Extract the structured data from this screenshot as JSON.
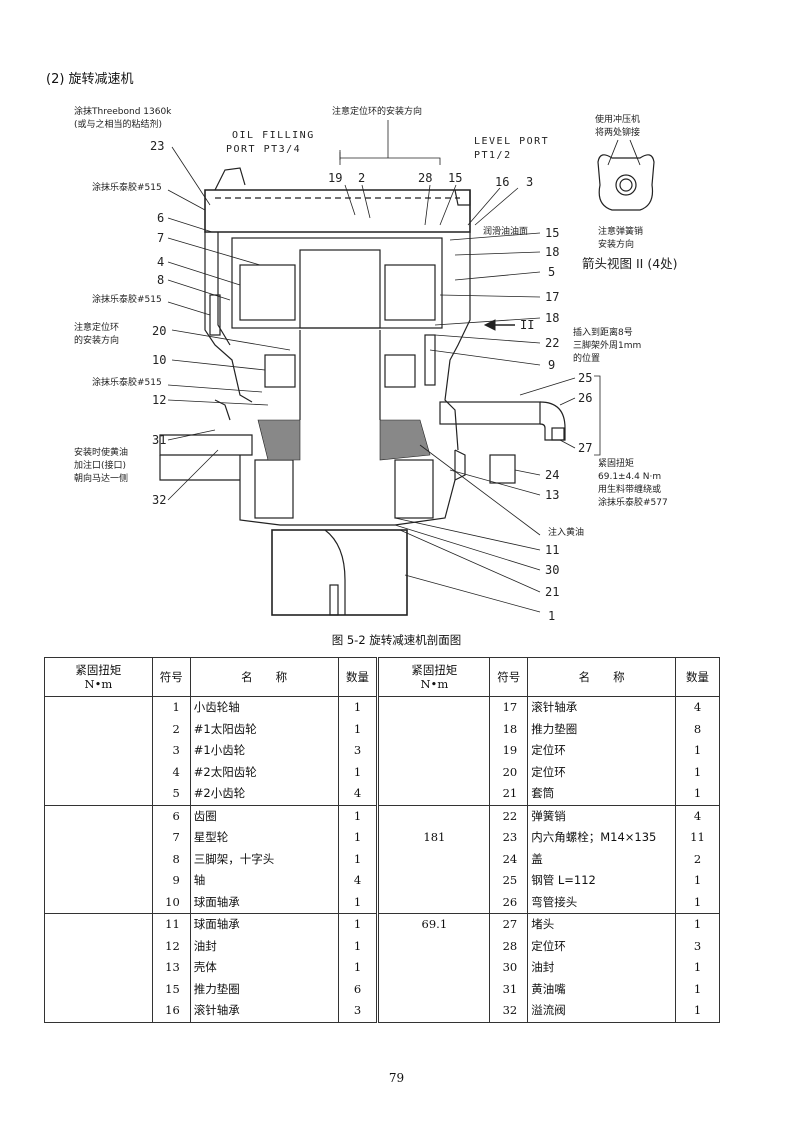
{
  "section_title": "(2) 旋转减速机",
  "figure": {
    "caption": "图 5-2 旋转减速机剖面图",
    "notes": {
      "threebond_1": "涂抹Threebond 1360k",
      "threebond_2": "(或与之相当的粘结剂)",
      "locator_install_top": "注意定位环的安装方向",
      "oil_filling_1": "OIL FILLING",
      "oil_filling_2": "PORT PT3/4",
      "level_port_1": "LEVEL PORT",
      "level_port_2": "PT1/2",
      "punch_1": "使用冲压机",
      "punch_2": "将两处铆接",
      "spring_pin_1": "注意弹簧销",
      "spring_pin_2": "安装方向",
      "arrow_view": "箭头视图 II (4处)",
      "loctite515_a": "涂抹乐泰胶#515",
      "loctite515_b": "涂抹乐泰胶#515",
      "loctite515_c": "涂抹乐泰胶#515",
      "lube_level": "润滑油油面",
      "locator_install_left_1": "注意定位环",
      "locator_install_left_2": "的安装方向",
      "insert_1": "插入到距离8号",
      "insert_2": "三脚架外周1mm",
      "insert_3": "的位置",
      "grease_port_1": "安装时使黄油",
      "grease_port_2": "加注口(接口)",
      "grease_port_3": "朝向马达一侧",
      "torque_1": "紧固扭矩",
      "torque_2": "69.1±4.4 N·m",
      "torque_3": "用生料带缠绕或",
      "torque_4": "涂抹乐泰胶#577",
      "inject_grease": "注入黄油",
      "view_marker": "II"
    },
    "callouts": {
      "c23": "23",
      "c6": "6",
      "c7": "7",
      "c4": "4",
      "c8": "8",
      "c20": "20",
      "c10": "10",
      "c12": "12",
      "c31": "31",
      "c32": "32",
      "c19": "19",
      "c2": "2",
      "c28": "28",
      "c15a": "15",
      "c16": "16",
      "c3": "3",
      "c15b": "15",
      "c18a": "18",
      "c5": "5",
      "c17": "17",
      "c18b": "18",
      "c22": "22",
      "c9": "9",
      "c25": "25",
      "c26": "26",
      "c27": "27",
      "c24": "24",
      "c13": "13",
      "c11": "11",
      "c30": "30",
      "c21": "21",
      "c1": "1"
    }
  },
  "table": {
    "headers": {
      "torque_1": "紧固扭矩",
      "torque_2": "N•m",
      "no": "符号",
      "name": "名　　称",
      "qty": "数量"
    },
    "rows": [
      {
        "lt": "",
        "ln": "1",
        "lname": "小齿轮轴",
        "lq": "1",
        "rt": "",
        "rn": "17",
        "rname": "滚针轴承",
        "rq": "4"
      },
      {
        "lt": "",
        "ln": "2",
        "lname": "#1太阳齿轮",
        "lq": "1",
        "rt": "",
        "rn": "18",
        "rname": "推力垫圈",
        "rq": "8"
      },
      {
        "lt": "",
        "ln": "3",
        "lname": "#1小齿轮",
        "lq": "3",
        "rt": "",
        "rn": "19",
        "rname": "定位环",
        "rq": "1"
      },
      {
        "lt": "",
        "ln": "4",
        "lname": "#2太阳齿轮",
        "lq": "1",
        "rt": "",
        "rn": "20",
        "rname": "定位环",
        "rq": "1"
      },
      {
        "lt": "",
        "ln": "5",
        "lname": "#2小齿轮",
        "lq": "4",
        "rt": "",
        "rn": "21",
        "rname": "套筒",
        "rq": "1"
      },
      {
        "lt": "",
        "ln": "6",
        "lname": "齿圈",
        "lq": "1",
        "rt": "",
        "rn": "22",
        "rname": "弹簧销",
        "rq": "4"
      },
      {
        "lt": "",
        "ln": "7",
        "lname": "星型轮",
        "lq": "1",
        "rt": "181",
        "rn": "23",
        "rname": "内六角螺栓；M14×135",
        "rq": "11"
      },
      {
        "lt": "",
        "ln": "8",
        "lname": "三脚架，十字头",
        "lq": "1",
        "rt": "",
        "rn": "24",
        "rname": "盖",
        "rq": "2"
      },
      {
        "lt": "",
        "ln": "9",
        "lname": "轴",
        "lq": "4",
        "rt": "",
        "rn": "25",
        "rname": "钢管 L=112",
        "rq": "1"
      },
      {
        "lt": "",
        "ln": "10",
        "lname": "球面轴承",
        "lq": "1",
        "rt": "",
        "rn": "26",
        "rname": "弯管接头",
        "rq": "1"
      },
      {
        "lt": "",
        "ln": "11",
        "lname": "球面轴承",
        "lq": "1",
        "rt": "69.1",
        "rn": "27",
        "rname": "堵头",
        "rq": "1"
      },
      {
        "lt": "",
        "ln": "12",
        "lname": "油封",
        "lq": "1",
        "rt": "",
        "rn": "28",
        "rname": "定位环",
        "rq": "3"
      },
      {
        "lt": "",
        "ln": "13",
        "lname": "壳体",
        "lq": "1",
        "rt": "",
        "rn": "30",
        "rname": "油封",
        "rq": "1"
      },
      {
        "lt": "",
        "ln": "15",
        "lname": "推力垫圈",
        "lq": "6",
        "rt": "",
        "rn": "31",
        "rname": "黄油嘴",
        "rq": "1"
      },
      {
        "lt": "",
        "ln": "16",
        "lname": "滚针轴承",
        "lq": "3",
        "rt": "",
        "rn": "32",
        "rname": "溢流阀",
        "rq": "1"
      }
    ]
  },
  "page_number": "79"
}
